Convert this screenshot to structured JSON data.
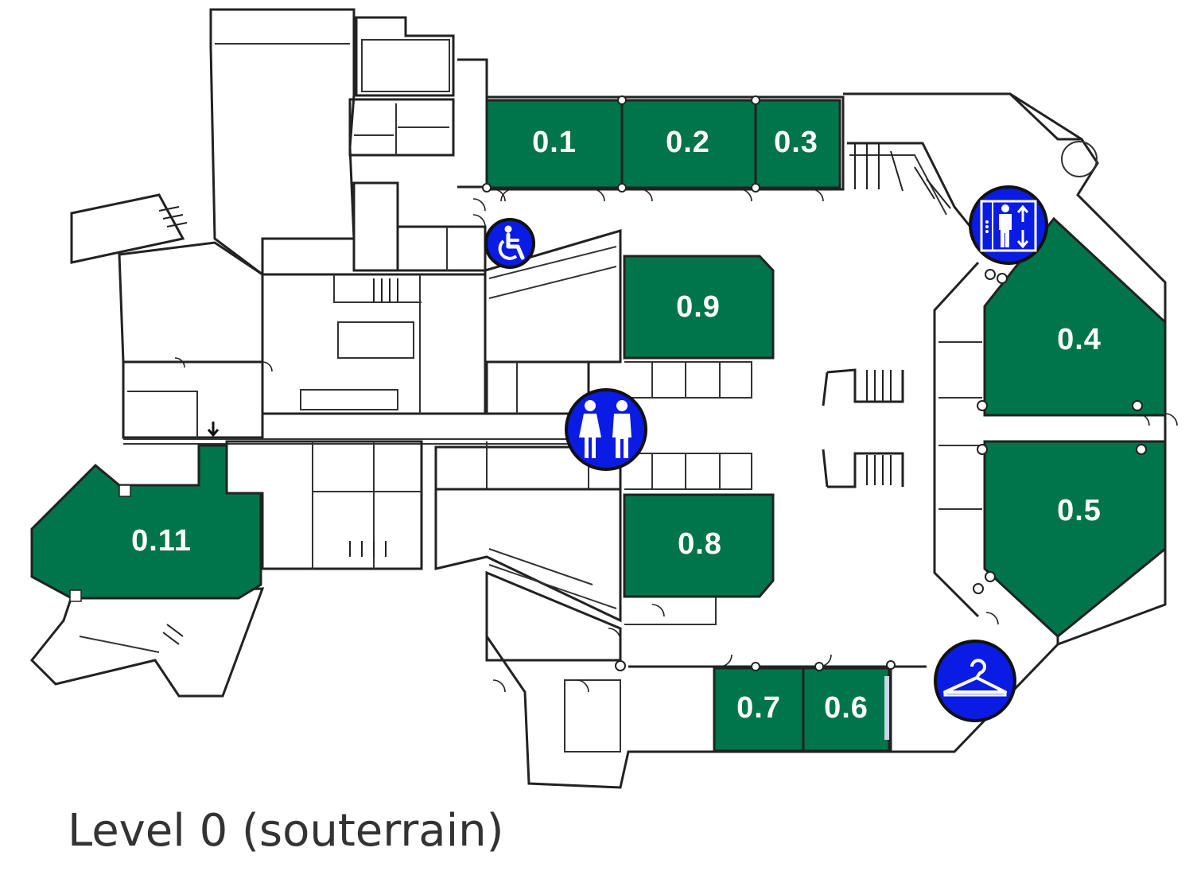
{
  "title": "Level 0 (souterrain)",
  "colors": {
    "room_fill": "#00744a",
    "icon_fill": "#0a1be3",
    "wall": "#222222",
    "background": "#ffffff"
  },
  "rooms": [
    {
      "id": "0.1",
      "label": "0.1",
      "highlighted": true
    },
    {
      "id": "0.2",
      "label": "0.2",
      "highlighted": true
    },
    {
      "id": "0.3",
      "label": "0.3",
      "highlighted": true
    },
    {
      "id": "0.4",
      "label": "0.4",
      "highlighted": true
    },
    {
      "id": "0.5",
      "label": "0.5",
      "highlighted": true
    },
    {
      "id": "0.6",
      "label": "0.6",
      "highlighted": true
    },
    {
      "id": "0.7",
      "label": "0.7",
      "highlighted": true
    },
    {
      "id": "0.8",
      "label": "0.8",
      "highlighted": true
    },
    {
      "id": "0.9",
      "label": "0.9",
      "highlighted": true
    },
    {
      "id": "0.11",
      "label": "0.11",
      "highlighted": true
    }
  ],
  "facility_icons": [
    {
      "type": "wheelchair-accessible",
      "icon": "wheelchair-icon"
    },
    {
      "type": "elevator",
      "icon": "elevator-icon"
    },
    {
      "type": "restrooms",
      "icon": "restroom-icon"
    },
    {
      "type": "cloakroom",
      "icon": "coat-hanger-icon"
    }
  ]
}
